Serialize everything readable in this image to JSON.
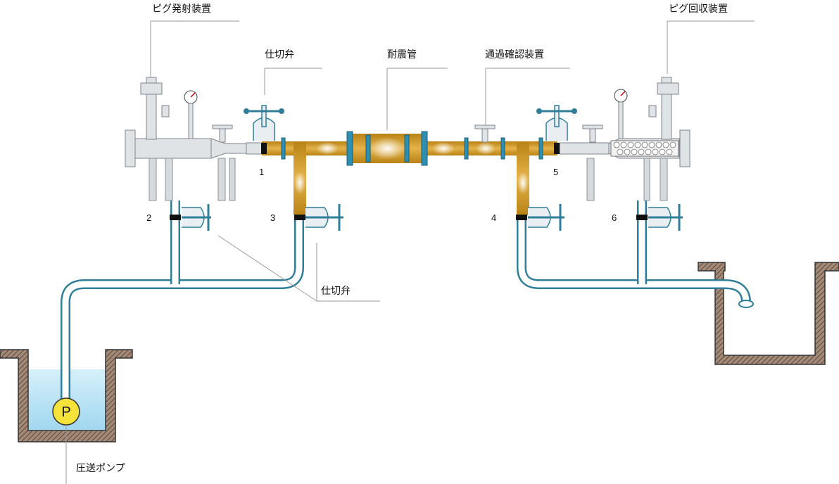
{
  "labels": {
    "launcher": "ピグ発射装置",
    "receiver": "ピグ回収装置",
    "gate_valve_top": "仕切弁",
    "seismic_pipe": "耐震管",
    "passage_check": "通過確認装置",
    "gate_valve_bottom": "仕切弁",
    "pump": "圧送ポンプ",
    "pump_symbol": "P"
  },
  "valve_numbers": [
    "1",
    "2",
    "3",
    "4",
    "5",
    "6"
  ],
  "colors": {
    "pipe_blue": "#2f7f9a",
    "flow_gold": "#c8901a",
    "water": "#bfe6f5",
    "pump_yellow": "#f5e23a"
  }
}
